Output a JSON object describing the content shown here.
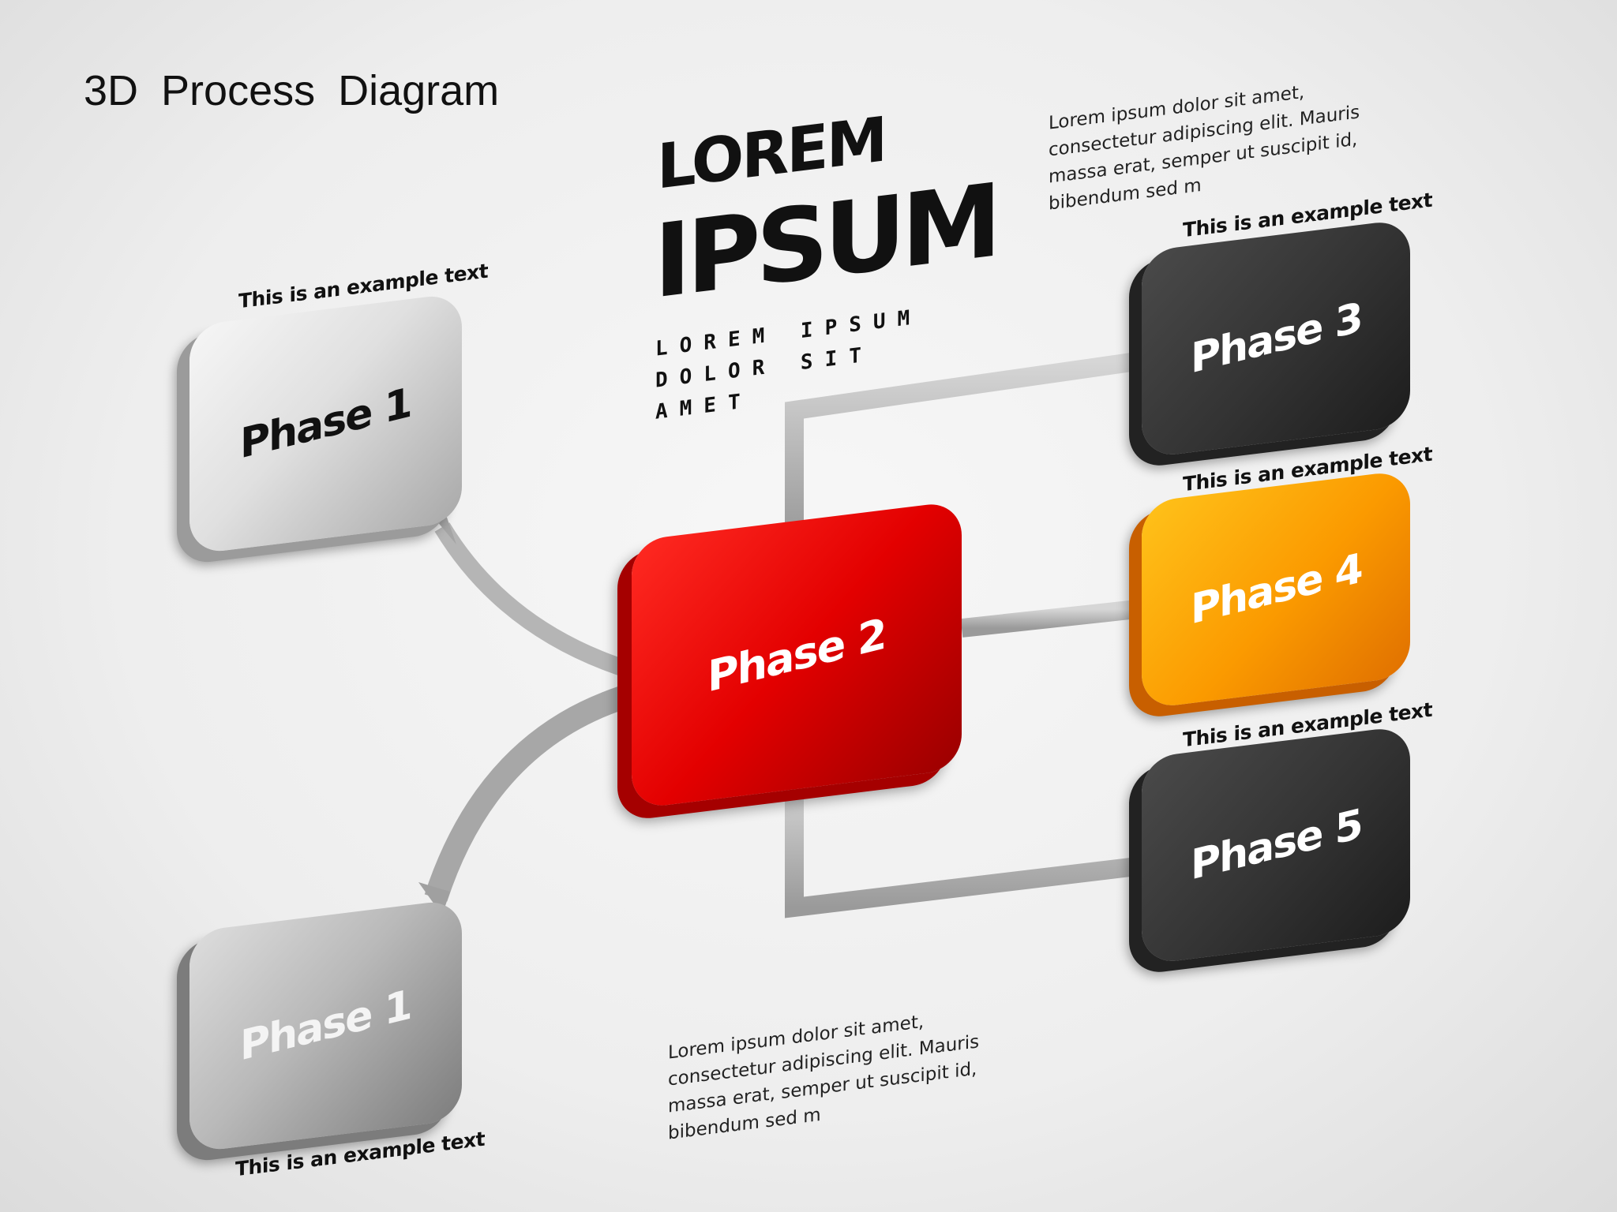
{
  "title": "3D  Process  Diagram",
  "heading": {
    "line1": "LOREM",
    "line2": "IPSUM",
    "sub": [
      "LOREM IPSUM",
      "DOLOR SIT",
      "AMET"
    ]
  },
  "paragraphs": {
    "top_right": "Lorem ipsum dolor sit amet, consectetur adipiscing elit. Mauris massa erat, semper ut suscipit id, bibendum sed m",
    "bottom_center": "Lorem ipsum dolor sit amet, consectetur adipiscing elit. Mauris massa erat, semper ut suscipit id, bibendum sed m"
  },
  "boxes": {
    "phase1_top": "Phase 1",
    "phase1_bottom": "Phase 1",
    "phase2": "Phase 2",
    "phase3": "Phase 3",
    "phase4": "Phase 4",
    "phase5": "Phase 5"
  },
  "captions": {
    "phase1_top": "This is an example text",
    "phase1_bottom": "This is an example text",
    "phase3": "This is an example text",
    "phase4": "This is an example text",
    "phase5": "This is an example text"
  },
  "colors": {
    "phase1_top": "#e0e0e0",
    "phase1_bottom": "#b9b9b9",
    "phase2": "#e30000",
    "phase3": "#333333",
    "phase4": "#fb9a00",
    "phase5": "#333333",
    "connector": "#b0b0b0"
  }
}
